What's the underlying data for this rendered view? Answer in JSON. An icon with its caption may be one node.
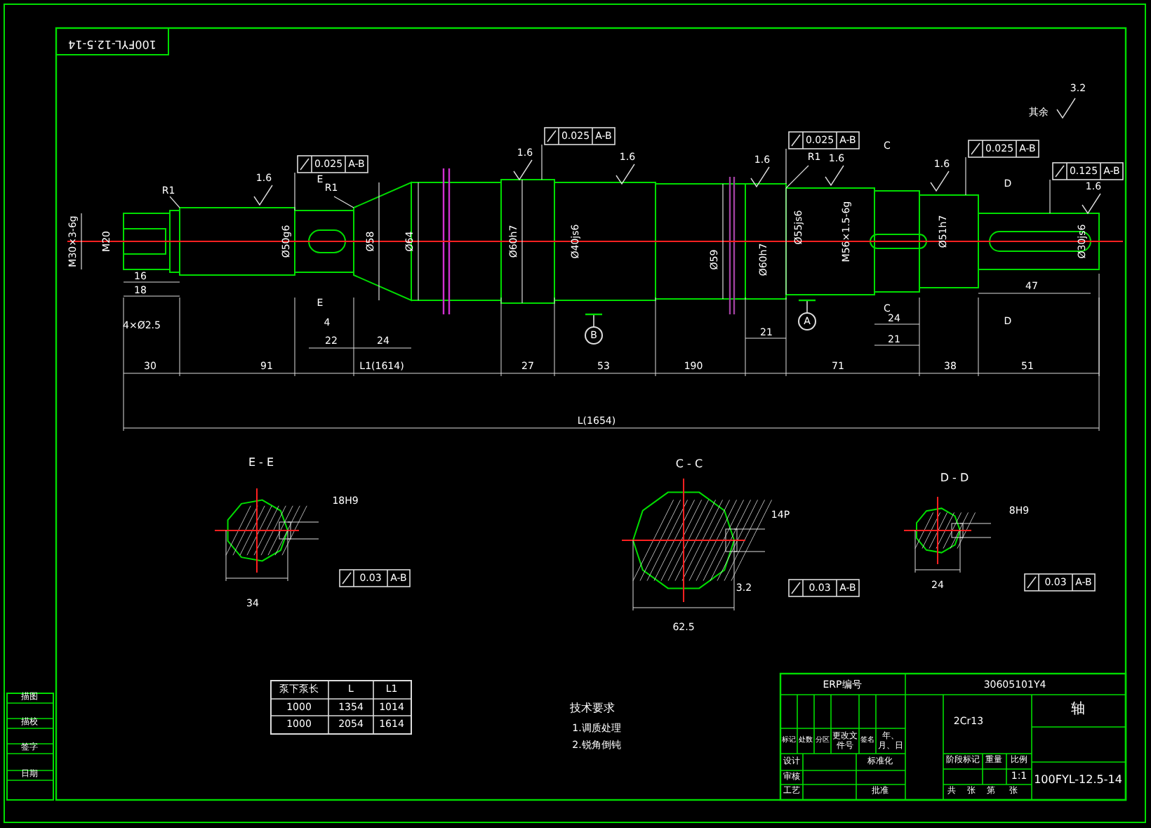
{
  "diagram": {
    "labels": [
      "100FYL-12.5-14",
      "其余",
      "3.2",
      "0.025",
      "A-B",
      "0.025",
      "A-B",
      "0.025",
      "A-B",
      "0.025",
      "A-B",
      "0.125",
      "A-B",
      "R1",
      "R1",
      "R1",
      "E",
      "E",
      "C",
      "C",
      "D",
      "D",
      "1.6",
      "1.6",
      "1.6",
      "1.6",
      "1.6",
      "1.6",
      "1.6",
      "M30×3-6g",
      "M20",
      "Ø50g6",
      "Ø58",
      "Ø64",
      "Ø60h7",
      "Ø40js6",
      "Ø59",
      "Ø60h7",
      "Ø55js6",
      "M56×1.5-6g",
      "Ø51h7",
      "Ø30js6",
      "16",
      "18",
      "4×Ø2.5",
      "4",
      "22",
      "24",
      "21",
      "24",
      "21",
      "47",
      "30",
      "91",
      "L1(1614)",
      "27",
      "53",
      "190",
      "71",
      "38",
      "51",
      "B",
      "A",
      "L(1654)",
      "E - E",
      "C - C",
      "D - D",
      "18H9",
      "14P",
      "8H9",
      "0.03",
      "A-B",
      "3.2",
      "0.03",
      "A-B",
      "0.03",
      "A-B",
      "34",
      "24",
      "62.5",
      "泵下泵长",
      "L",
      "L1",
      "1000",
      "1354",
      "1014",
      "1000",
      "2054",
      "1614",
      "技术要求",
      "1.调质处理",
      "2.锐角倒钝",
      "描图",
      "描校",
      "签字",
      "日期",
      "ERP编号",
      "30605101Y4",
      "2Cr13",
      "轴",
      "标记",
      "处数",
      "分区",
      "更改文件号",
      "签名",
      "年、月、日",
      "设计",
      "标准化",
      "审核",
      "工艺",
      "批准",
      "阶段标记",
      "重量",
      "比例",
      "1:1",
      "共",
      "张",
      "第",
      "张",
      "100FYL-12.5-14"
    ]
  }
}
